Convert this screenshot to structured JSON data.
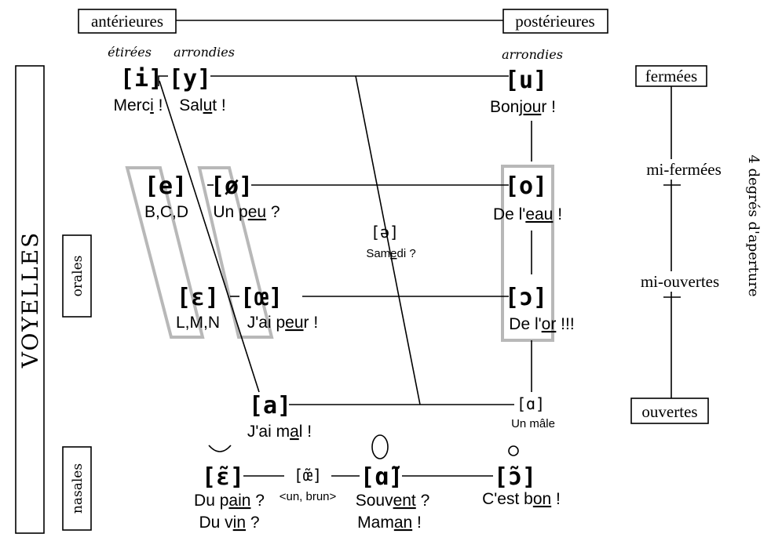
{
  "header": {
    "anterieures": "antérieures",
    "posterieures": "postérieures",
    "etirees": "étirées",
    "arrondies_front": "arrondies",
    "arrondies_back": "arrondies"
  },
  "side": {
    "voyelles": "VOYELLES",
    "orales": "orales",
    "nasales": "nasales"
  },
  "aperture": {
    "fermees": "fermées",
    "mi_fermees": "mi-fermées",
    "mi_ouvertes": "mi-ouvertes",
    "ouvertes": "ouvertes",
    "title": "4 degrés d'aperture"
  },
  "vowels": {
    "i": {
      "symbol": "[i]",
      "word_pre": "Merc",
      "word_ul": "i",
      "word_post": " !"
    },
    "y": {
      "symbol": "[y]",
      "word_pre": "Sal",
      "word_ul": "u",
      "word_post": "t !"
    },
    "u": {
      "symbol": "[u]",
      "word_pre": "Bon",
      "word_ul": "jou",
      "word_post": "r !"
    },
    "e": {
      "symbol": "[e]",
      "word": "B,C,D"
    },
    "oe_closed": {
      "symbol": "[ø]",
      "word_pre": "Un p",
      "word_ul": "eu",
      "word_post": " ?"
    },
    "o": {
      "symbol": "[o]",
      "word_pre": "De l'",
      "word_ul": "eau",
      "word_post": " !"
    },
    "schwa": {
      "symbol": "[ə]",
      "word_pre": "Sam",
      "word_ul": "e",
      "word_post": "di ?"
    },
    "eps": {
      "symbol": "[ɛ]",
      "word": "L,M,N"
    },
    "oe_open": {
      "symbol": "[œ]",
      "word_pre": "J'ai p",
      "word_ul": "eu",
      "word_post": "r !"
    },
    "o_open": {
      "symbol": "[ɔ]",
      "word_pre": "De l'",
      "word_ul": "or",
      "word_post": " !!!"
    },
    "a": {
      "symbol": "[a]",
      "word_pre": "J'ai m",
      "word_ul": "a",
      "word_post": "l !"
    },
    "a_back": {
      "symbol": "[ɑ]",
      "word": "Un mâle"
    },
    "e_nasal": {
      "symbol": "[ɛ̃]",
      "word1_pre": "Du p",
      "word1_ul": "ain",
      "word1_post": " ?",
      "word2_pre": "Du v",
      "word2_ul": "in",
      "word2_post": " ?"
    },
    "oe_nasal": {
      "symbol": "[œ̃]",
      "word": "<un, brun>"
    },
    "a_nasal": {
      "symbol": "[ɑ̃]",
      "word1_pre": "Souv",
      "word1_ul": "ent",
      "word1_post": " ?",
      "word2_pre": "Mam",
      "word2_ul": "an",
      "word2_post": " !"
    },
    "o_nasal": {
      "symbol": "[ɔ̃]",
      "word_pre": "C'est b",
      "word_ul": "on",
      "word_post": " !"
    }
  }
}
